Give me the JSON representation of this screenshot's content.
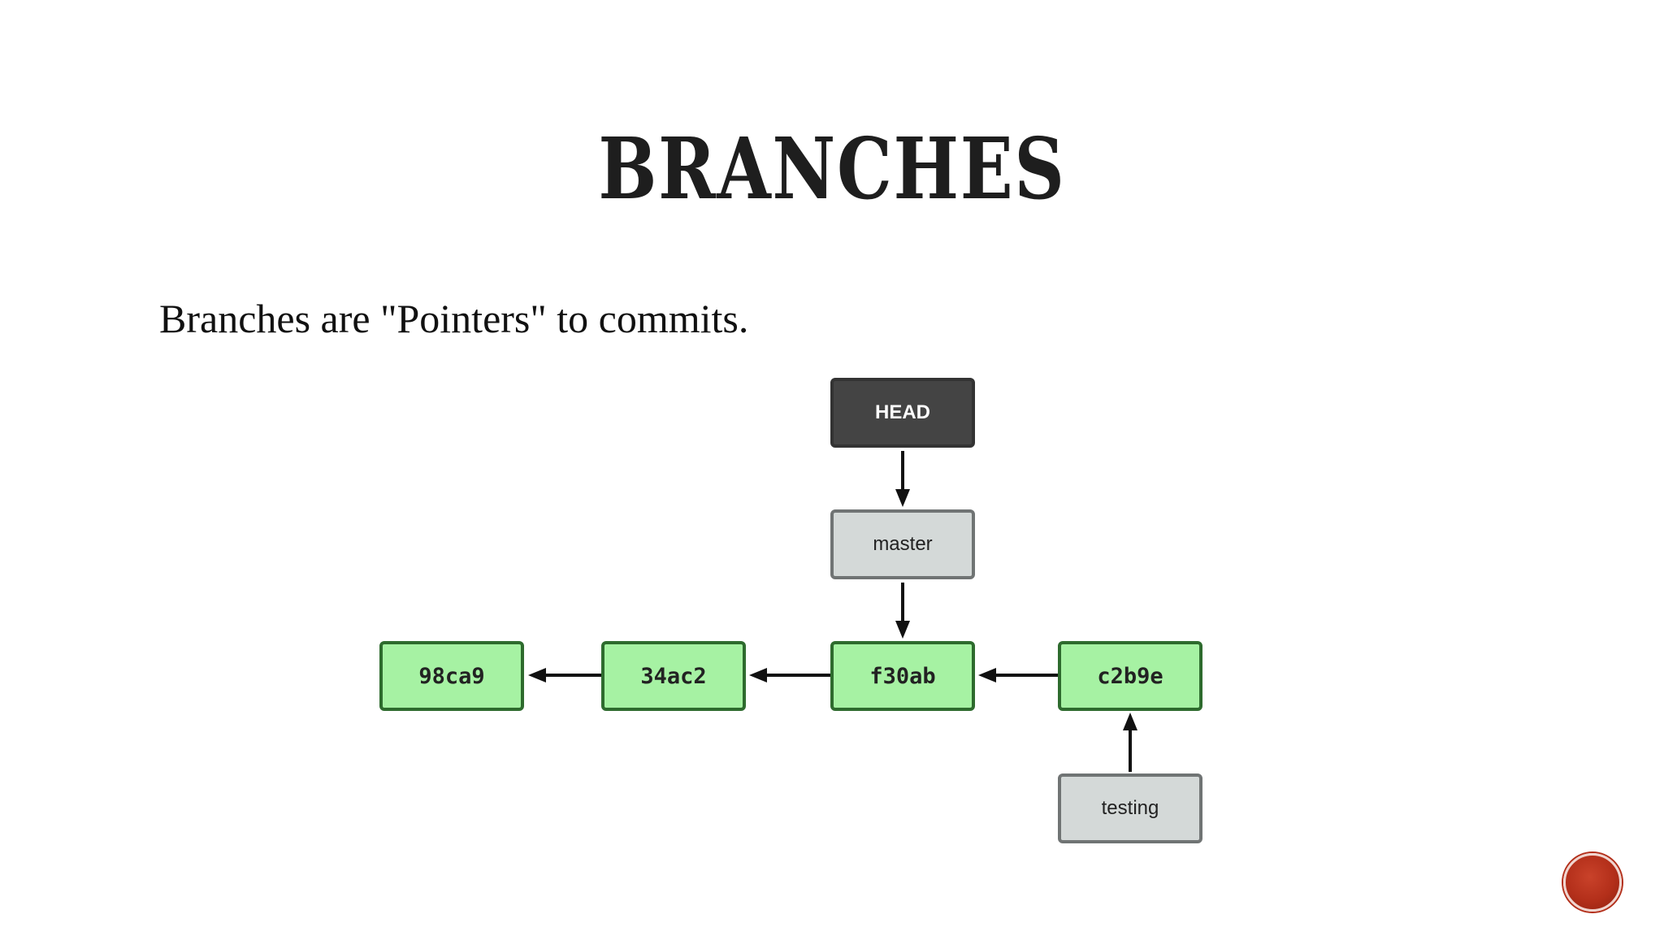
{
  "slide": {
    "title": "BRANCHES",
    "subtitle": "Branches are \"Pointers\" to commits."
  },
  "diagram": {
    "head_label": "HEAD",
    "branches": {
      "master": "master",
      "testing": "testing"
    },
    "commits": [
      "98ca9",
      "34ac2",
      "f30ab",
      "c2b9e"
    ],
    "colors": {
      "commit_fill": "#a6f2a3",
      "commit_border": "#2e6b2e",
      "branch_fill": "#d4d9d8",
      "branch_border": "#707474",
      "head_fill": "#444444",
      "arrow": "#111111"
    }
  },
  "nav": {
    "accent": "#b32f1a",
    "icon": "next-slide-circle-icon"
  }
}
